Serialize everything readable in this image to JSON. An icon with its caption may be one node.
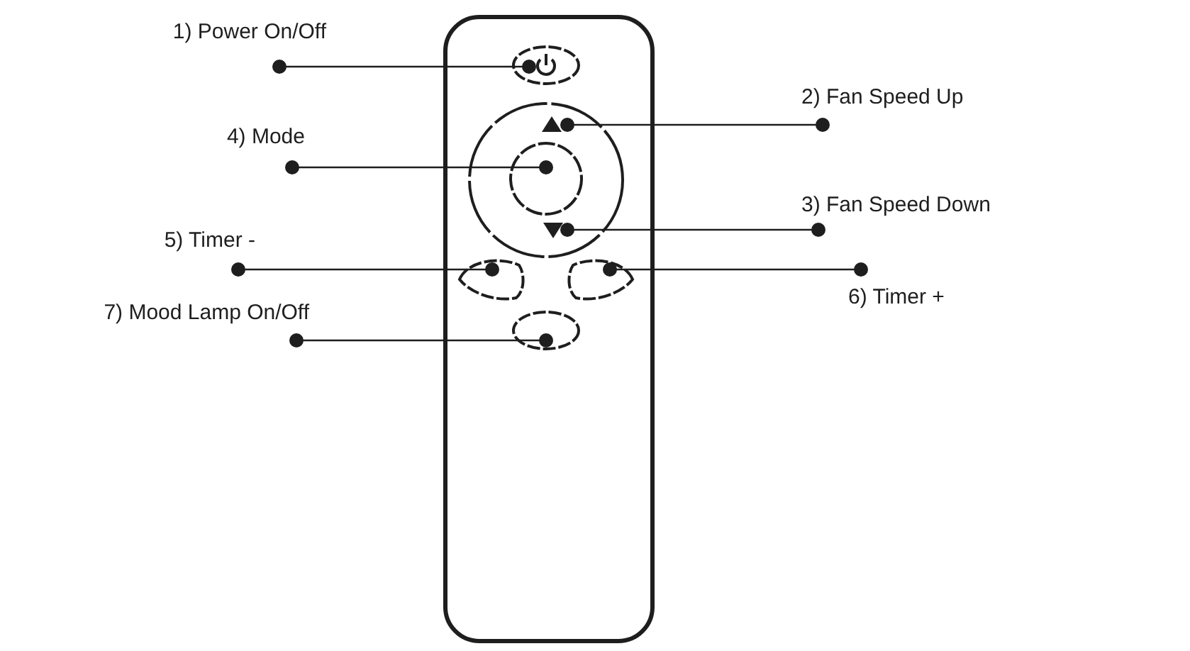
{
  "diagram": {
    "nodes": [
      {
        "text": [
          "1) Power On/Off"
        ]
      },
      {
        "text": [],
        "shape": "box"
      },
      {
        "text": [],
        "shape": "ellipse",
        "in": 1
      },
      {
        "text": [
          "2) Fan Speed Up"
        ]
      },
      {
        "text": [
          "4) Mode"
        ]
      },
      {
        "text": [],
        "shape": "circle",
        "in": 1
      },
      {
        "text": [],
        "shape": "triangle",
        "in": 5
      },
      {
        "text": [],
        "shape": "circle",
        "in": 5
      },
      {
        "text": [
          "3) Fan Speed Down"
        ]
      },
      {
        "text": [],
        "shape": "triangle",
        "in": 5
      },
      {
        "text": [
          "5) Timer -"
        ]
      },
      {
        "text": [],
        "shape": "button",
        "in": 1
      },
      {
        "text": [],
        "shape": "button",
        "in": 1
      },
      {
        "text": [
          "6) Timer +"
        ]
      },
      {
        "text": [
          "7) Mood Lamp On/Off"
        ]
      },
      {
        "text": [],
        "shape": "ellipse",
        "in": 1
      }
    ],
    "edges": [
      {
        "from": 0,
        "to": 2,
        "arrow": "other"
      },
      {
        "from": 3,
        "to": 6,
        "arrow": "other"
      },
      {
        "from": 4,
        "to": 7,
        "arrow": "other"
      },
      {
        "from": 8,
        "to": 9,
        "arrow": "other"
      },
      {
        "from": 10,
        "to": 11,
        "arrow": "other"
      },
      {
        "from": 13,
        "to": 12,
        "arrow": "other"
      },
      {
        "from": 14,
        "to": 15,
        "arrow": "other"
      }
    ]
  }
}
